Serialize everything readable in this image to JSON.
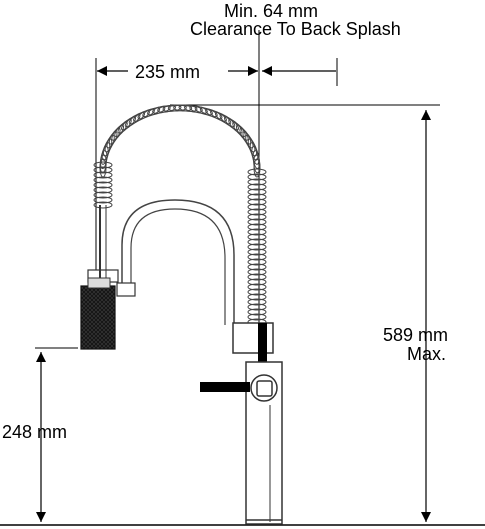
{
  "labels": {
    "clearance_line1": "Min. 64 mm",
    "clearance_line2": "Clearance To Back Splash",
    "reach": "235 mm",
    "height_line1": "589 mm",
    "height_line2": "Max.",
    "spout_height": "248 mm"
  }
}
